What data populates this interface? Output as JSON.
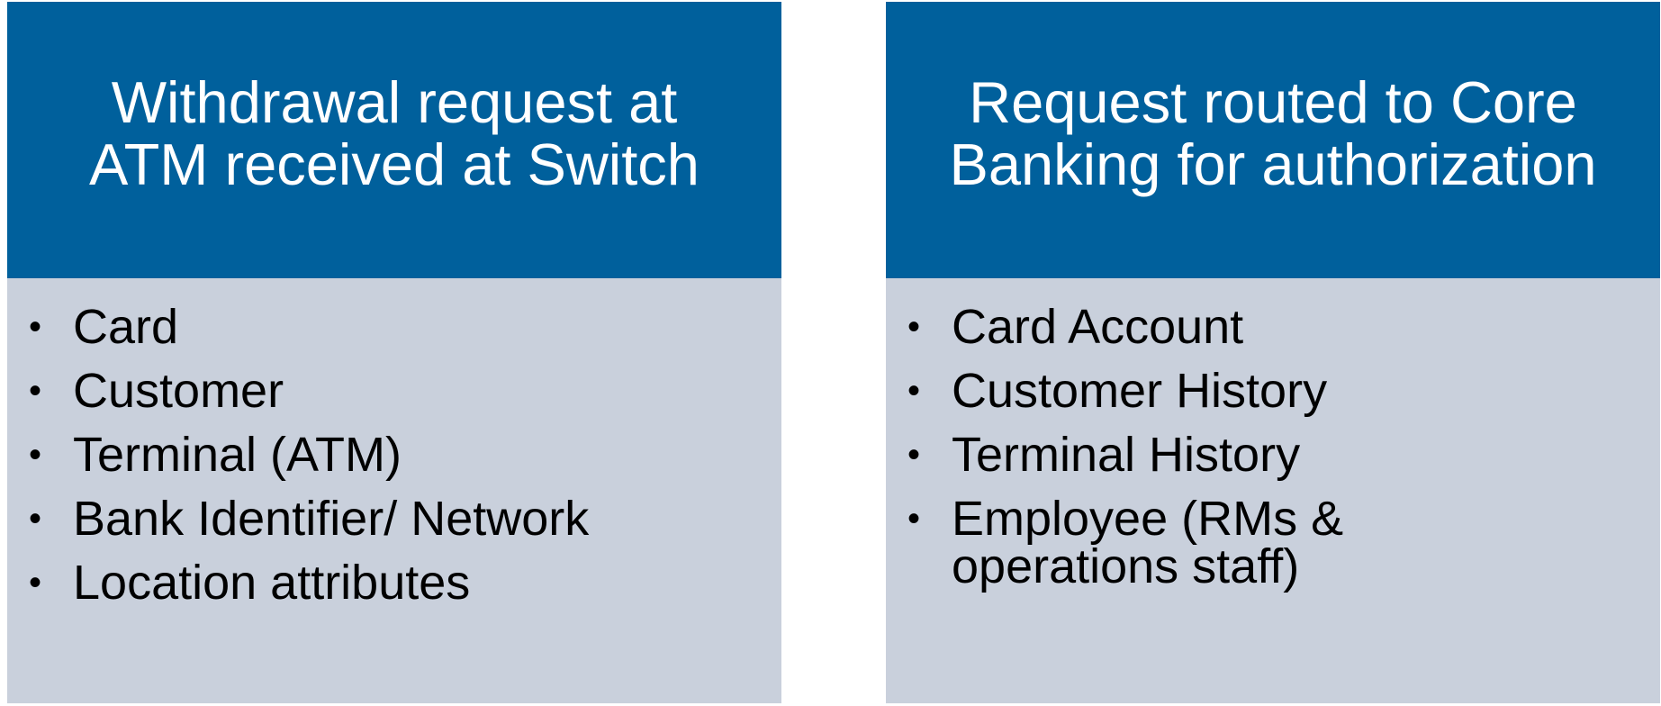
{
  "left_panel": {
    "title_lines": [
      "Withdrawal request at",
      "ATM received at Switch"
    ],
    "items": [
      {
        "lines": [
          "Card"
        ]
      },
      {
        "lines": [
          "Customer"
        ]
      },
      {
        "lines": [
          "Terminal (ATM)"
        ]
      },
      {
        "lines": [
          "Bank Identifier/ Network"
        ]
      },
      {
        "lines": [
          "Location attributes"
        ]
      }
    ]
  },
  "right_panel": {
    "title_lines": [
      "Request routed to Core",
      "Banking for authorization"
    ],
    "items": [
      {
        "lines": [
          "Card Account"
        ]
      },
      {
        "lines": [
          "Customer History"
        ]
      },
      {
        "lines": [
          "Terminal History"
        ]
      },
      {
        "lines": [
          "Employee (RMs &",
          "operations staff)"
        ]
      }
    ]
  },
  "bullet_glyph": "•",
  "colors": {
    "header": "#00609c",
    "body": "#c9d0dc",
    "header_text": "#ffffff",
    "body_text": "#000000"
  }
}
